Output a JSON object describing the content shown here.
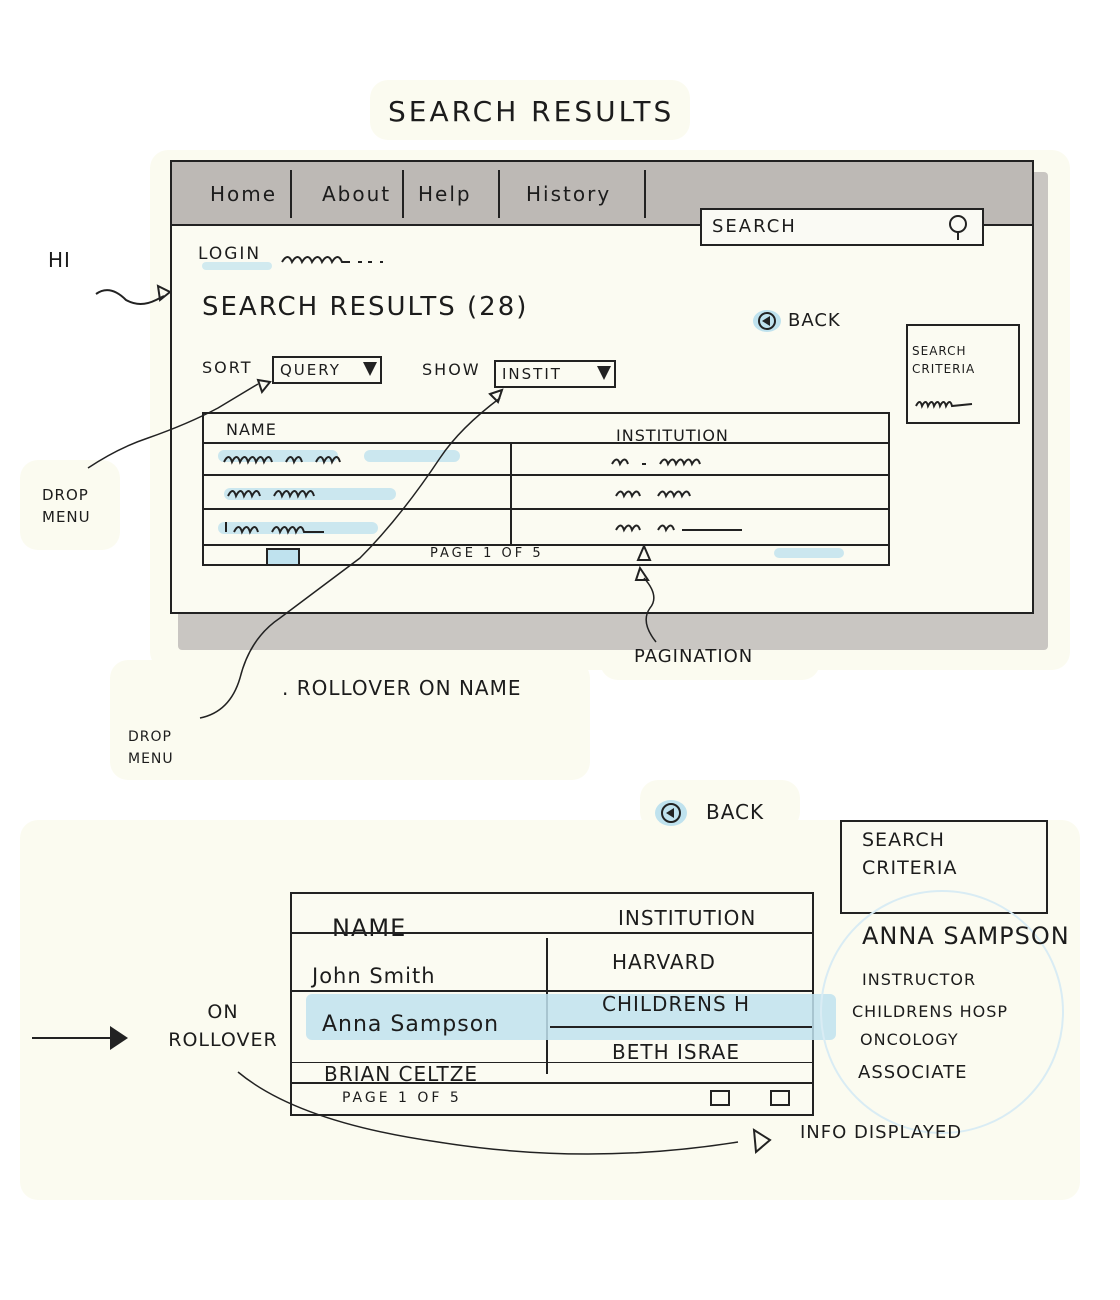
{
  "page_title": "SEARCH RESULTS",
  "top_wireframe": {
    "nav": {
      "items": [
        "Home",
        "About",
        "Help",
        "History"
      ],
      "search_placeholder": "SEARCH"
    },
    "login_text": "LOGIN",
    "heading": "SEARCH RESULTS (28)",
    "back_label": "BACK",
    "sort_label": "SORT",
    "sort_value": "QUERY",
    "show_label": "SHOW",
    "show_value": "INSTIT",
    "table": {
      "col_name": "NAME",
      "col_institution": "INSTITUTION"
    },
    "pagination_text": "PAGE 1 OF 5",
    "criteria_title": "SEARCH CRITERIA"
  },
  "annotations": {
    "hi": "HI",
    "drop_menu_1": "DROP MENU",
    "drop_menu_2": "DROP MENU",
    "pagination": "PAGINATION",
    "rollover_on_name": ". ROLLOVER ON NAME",
    "on_rollover": "ON ROLLOVER",
    "info_displayed": "INFO DISPLAYED"
  },
  "bottom_wireframe": {
    "back_label": "BACK",
    "criteria_title": "SEARCH CRITERIA",
    "table": {
      "col_name": "NAME",
      "col_institution": "INSTITUTION",
      "rows": [
        {
          "name": "John Smith",
          "institution": "HARVARD"
        },
        {
          "name": "Anna Sampson",
          "institution": "CHILDRENS H"
        },
        {
          "name": "BRIAN CELTZE",
          "institution": "BETH ISRAE"
        }
      ]
    },
    "pagination_text": "PAGE 1 OF 5",
    "info": {
      "name": "ANNA SAMPSON",
      "title": "INSTRUCTOR",
      "hospital": "CHILDRENS HOSP",
      "department": "ONCOLOGY",
      "role": "ASSOCIATE"
    }
  },
  "colors": {
    "ink": "#1c1c1c",
    "highlight": "#bfe2ee",
    "shadow": "#c9c6c2",
    "paper": "#fbfbf2"
  }
}
